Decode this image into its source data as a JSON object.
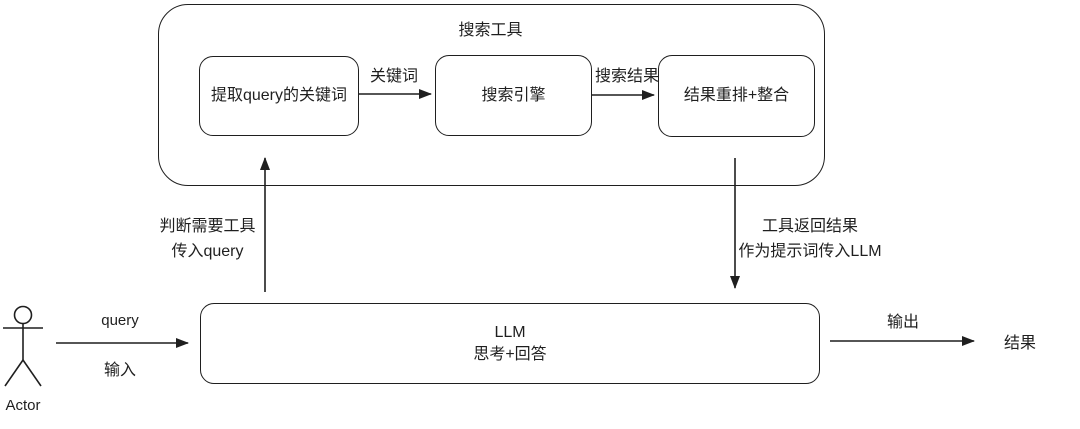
{
  "colors": {
    "stroke": "#1f1f1f",
    "background": "#ffffff"
  },
  "tool_container": {
    "title": "搜索工具",
    "boxes": [
      {
        "label": "提取query的关键词"
      },
      {
        "label": "搜索引擎"
      },
      {
        "label": "结果重排+整合"
      }
    ]
  },
  "edges": {
    "keywords_label": "关键词",
    "search_results_label": "搜索结果",
    "invoke_tool": {
      "line1": "判断需要工具",
      "line2": "传入query"
    },
    "tool_return": {
      "line1": "工具返回结果",
      "line2": "作为提示词传入LLM"
    },
    "input": {
      "above": "query",
      "below": "输入"
    },
    "output_label": "输出",
    "result_label": "结果"
  },
  "llm_box": {
    "line1": "LLM",
    "line2": "思考+回答"
  },
  "actor_label": "Actor",
  "icons": {
    "actor": "stick-figure-icon",
    "arrowhead": "arrow-head-icon"
  }
}
